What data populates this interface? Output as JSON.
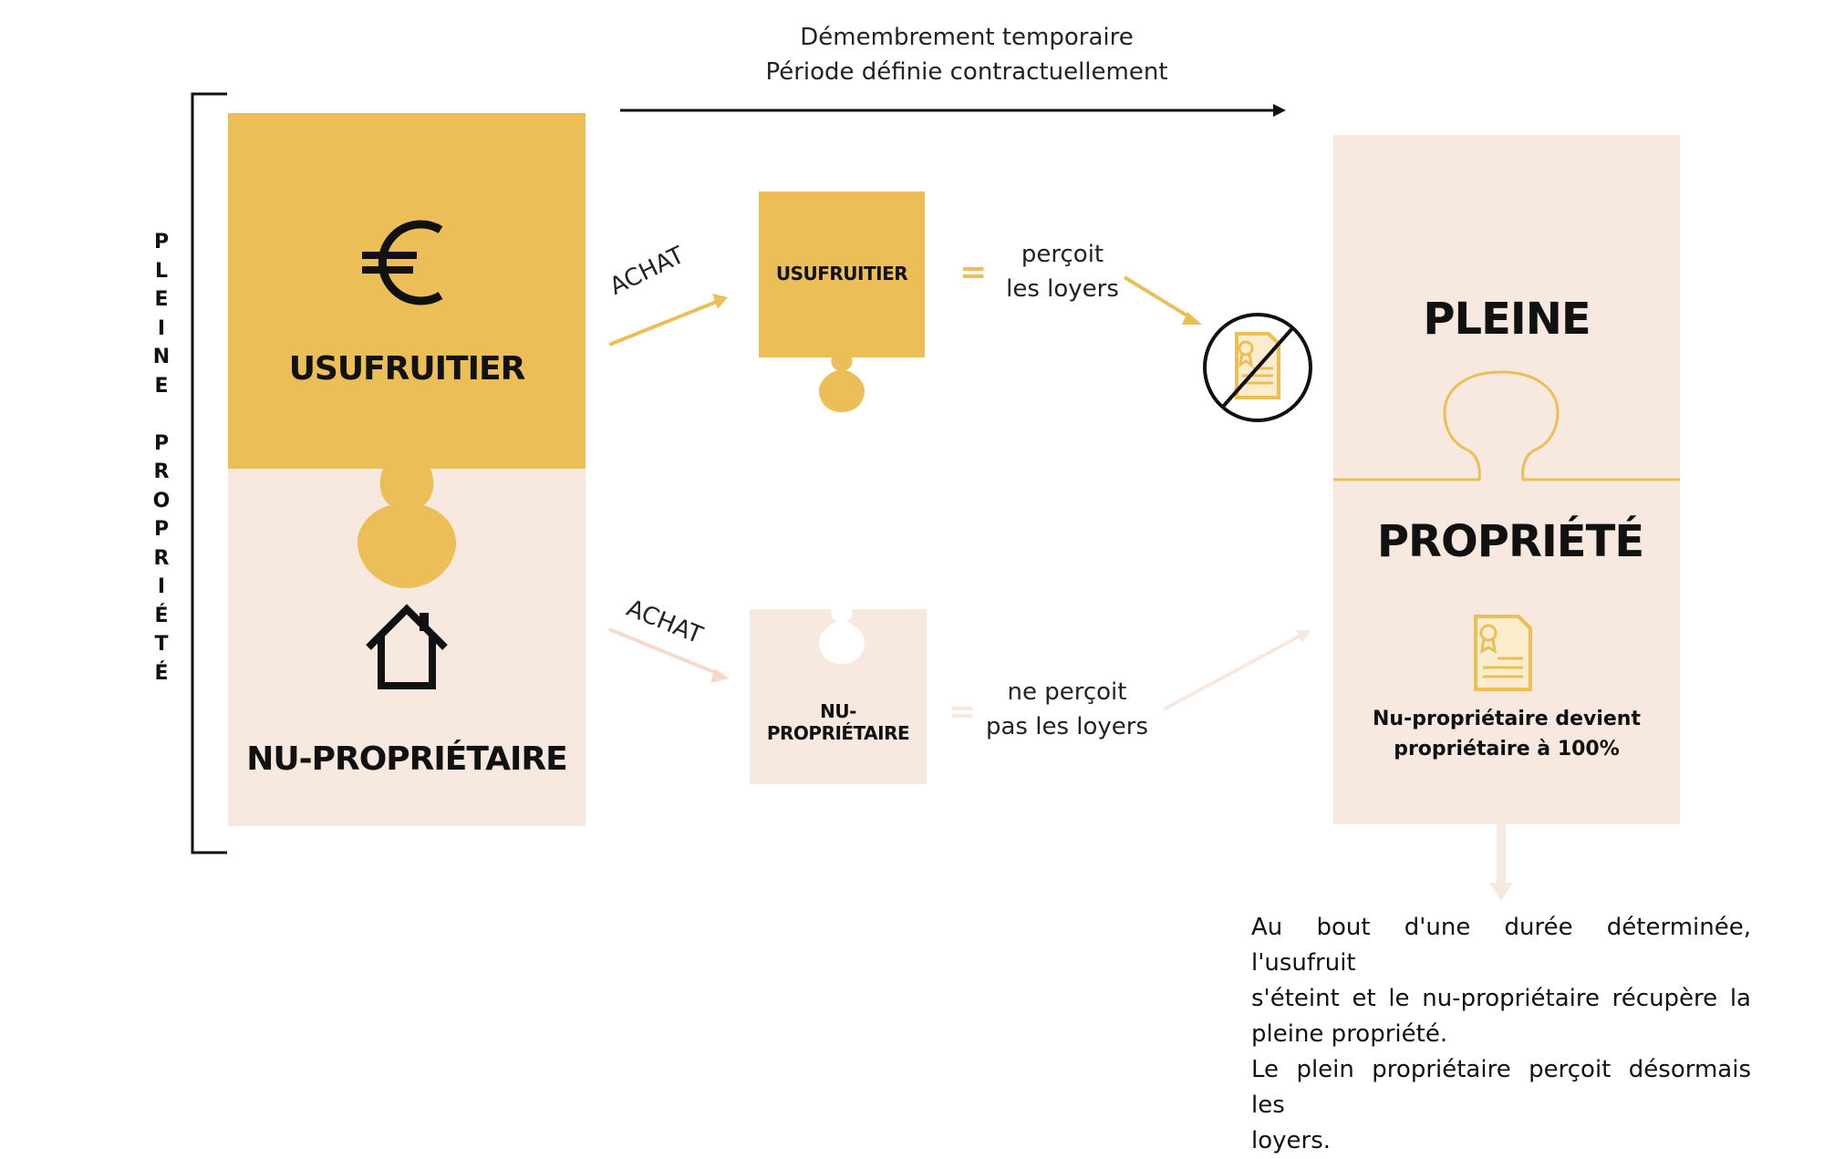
{
  "header": {
    "line1": "Démembrement temporaire",
    "line2": "Période définie contractuellement"
  },
  "left_bracket_label": {
    "letters": [
      "P",
      "L",
      "E",
      "I",
      "N",
      "E",
      " ",
      "P",
      "R",
      "O",
      "P",
      "R",
      "I",
      "É",
      "T",
      "É"
    ]
  },
  "left_block": {
    "top_label": "USUFRUITIER",
    "bottom_label": "NU-PROPRIÉTAIRE",
    "top_icon": "euro-icon",
    "bottom_icon": "house-icon"
  },
  "middle": {
    "achat_top": "ACHAT",
    "achat_bottom": "ACHAT",
    "usufruitier_piece": "USUFRUITIER",
    "nu_piece": "NU-PROPRIÉTAIRE",
    "equals": "=",
    "top_result_line1": "perçoit",
    "top_result_line2": "les loyers",
    "bottom_result_line1": "ne perçoit",
    "bottom_result_line2": "pas les loyers",
    "no_certificate_icon": "no-certificate-icon"
  },
  "right_block": {
    "title_top": "PLEINE",
    "title_bottom": "PROPRIÉTÉ",
    "certificate_icon": "certificate-icon",
    "caption_line1": "Nu-propriétaire devient",
    "caption_line2": "propriétaire à 100%"
  },
  "footer_text": {
    "line1": "Au bout d'une durée déterminée, l'usufruit",
    "line2": "s'éteint et le nu-propriétaire récupère la",
    "line3": "pleine propriété.",
    "line4": "Le plein propriétaire perçoit désormais les",
    "line5": "loyers."
  },
  "colors": {
    "gold": "#ebbe58",
    "cream": "#f8e9e0",
    "text": "#111111"
  }
}
